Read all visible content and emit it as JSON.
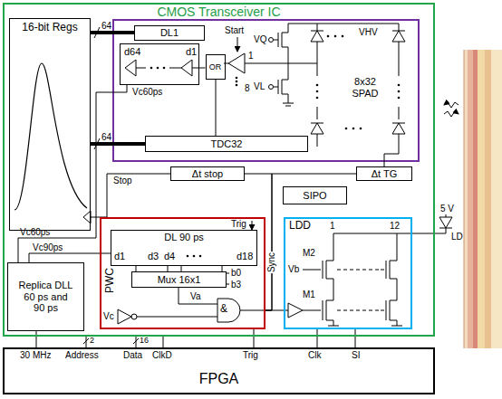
{
  "diagram": {
    "nodes": [
      {
        "text": [
          "CMOS Transceiver IC"
        ]
      },
      {
        "text": [
          "16-bit Regs"
        ],
        "in": 0
      },
      {
        "text": [
          "DL1"
        ],
        "in": 0
      },
      {
        "text": [
          "d64",
          "d1"
        ],
        "in": 0
      },
      {
        "text": [
          "OR"
        ],
        "in": 0
      },
      {
        "text": [
          "TDC32"
        ],
        "in": 0
      },
      {
        "text": [
          "Δt stop"
        ],
        "in": 0
      },
      {
        "text": [
          "Δt TG"
        ],
        "in": 0
      },
      {
        "text": [
          "SIPO"
        ],
        "in": 0
      },
      {
        "text": [
          "Replica DLL 60 ps and 90 ps"
        ],
        "in": 0
      },
      {
        "text": [
          "PWC"
        ],
        "in": 0
      },
      {
        "text": [
          "DL 90 ps",
          "d1",
          "d3",
          "d4",
          "d18"
        ],
        "in": 10
      },
      {
        "text": [
          "Mux 16x1"
        ],
        "in": 10
      },
      {
        "text": [
          "LDD"
        ],
        "in": 0
      },
      {
        "text": [
          "FPGA"
        ]
      }
    ],
    "edges": [
      {
        "from": 2,
        "to": 1,
        "arrow": "none"
      },
      {
        "from": 5,
        "to": 1,
        "arrow": "none"
      },
      {
        "from": 3,
        "to": 4,
        "arrow": "none"
      },
      {
        "from": 4,
        "to": 5,
        "arrow": "none"
      },
      {
        "from": 6,
        "to": 1,
        "label": "Stop",
        "arrow": "none"
      },
      {
        "from": 9,
        "to": 3,
        "arrow": "none"
      },
      {
        "from": 9,
        "to": 11,
        "arrow": "none"
      },
      {
        "from": 10,
        "to": 13,
        "arrow": "none"
      },
      {
        "from": 14,
        "to": 9,
        "arrow": "none"
      },
      {
        "from": 14,
        "to": 10,
        "arrow": "none"
      },
      {
        "from": 14,
        "to": 13,
        "arrow": "none"
      },
      {
        "from": 14,
        "to": 13,
        "arrow": "none"
      },
      {
        "from": 10,
        "to": 6,
        "label": "Sync",
        "arrow": "none"
      },
      {
        "from": 10,
        "to": 7,
        "arrow": "none"
      },
      {
        "from": 14,
        "to": 0,
        "arrow": "none"
      },
      {
        "from": 14,
        "to": 0,
        "arrow": "none"
      },
      {
        "from": 14,
        "to": 0,
        "arrow": "none"
      }
    ],
    "labels": [
      "64",
      "64",
      "VHV",
      "Start",
      "VQ",
      "1",
      "8",
      "8x32 SPAD",
      "VL",
      "Vc60ps",
      "Vc60ps",
      "Vc90ps",
      "Trig",
      "b0",
      "b3",
      "Vc",
      "Va",
      "&",
      "Vb",
      "M2",
      "M1",
      "1",
      "12",
      "5 V",
      "LD",
      "30 MHz",
      "2",
      "Address",
      "16",
      "Data",
      "ClkD",
      "Trig",
      "Clk",
      "SI"
    ]
  }
}
